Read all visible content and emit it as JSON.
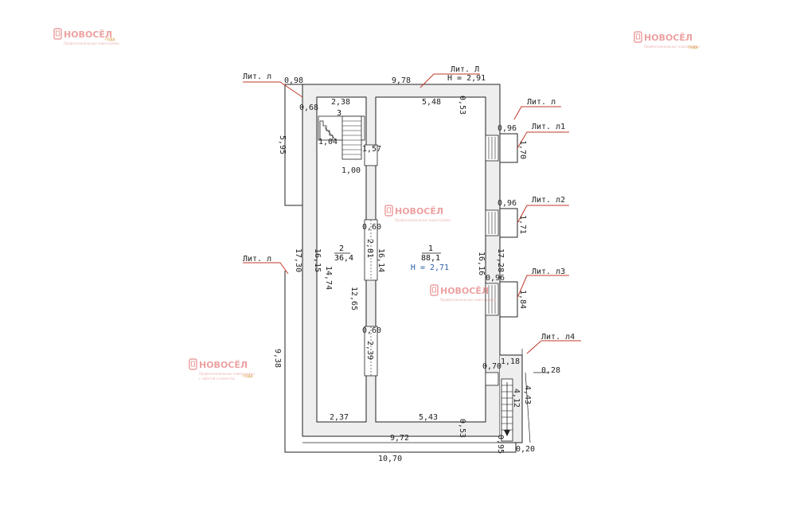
{
  "watermark": {
    "brand": "НОВОСЁЛ",
    "sub1": "Профессиональные новостройки",
    "sub2": "с заботой о клиентах",
    "tag": "ГОДА"
  },
  "dimensions": {
    "d_0_98": "0,98",
    "d_9_78": "9,78",
    "d_0_68": "0,68",
    "d_2_38": "2,38",
    "d_5_48": "5,48",
    "d_0_53_top": "0,53",
    "d_5_95": "5,95",
    "d_1_04": "1,04",
    "d_1_57": "1,57",
    "d_1_00": "1,00",
    "d_0_96_a": "0,96",
    "d_1_70": "1,70",
    "d_0_96_b": "0,96",
    "d_1_71": "1,71",
    "d_0_60_a": "0,60",
    "d_17_30": "17,30",
    "d_16_15": "16,15",
    "d_14_74": "14,74",
    "d_2_81": "2,81",
    "d_16_14": "16,14",
    "d_16_16": "16,16",
    "d_17_28": "17,28",
    "d_0_96_c": "0,96",
    "d_1_84": "1,84",
    "d_12_65": "12,65",
    "d_0_60_b": "0,60",
    "d_2_39": "2,39",
    "d_9_38": "9,38",
    "d_1_18": "1,18",
    "d_0_28": "0,28",
    "d_0_70": "0,70",
    "d_4_12": "4,12",
    "d_4_43": "4,43",
    "d_2_37": "2,37",
    "d_5_43": "5,43",
    "d_0_53_bot": "0,53",
    "d_9_72": "9,72",
    "d_0_95": "0,95",
    "d_0_20": "0,20",
    "d_10_70": "10,70"
  },
  "labels": {
    "lit_l_1": "Лит. л",
    "lit_L": "Лит. Л",
    "h_total": "H = 2,91",
    "lit_l_2": "Лит. л",
    "lit_l1": "Лит. л1",
    "lit_l2": "Лит. л2",
    "lit_l3": "Лит. л3",
    "lit_l4": "Лит. л4",
    "lit_l_3": "Лит. л"
  },
  "rooms": {
    "r1_num": "1",
    "r1_area": "88,1",
    "r1_h": "H = 2,71",
    "r2_num": "2",
    "r2_area": "36,4",
    "r3_num": "3"
  },
  "colors": {
    "wall": "#eeeeee",
    "line": "#222222",
    "leader": "#c0392b",
    "height_blue": "#2a5da8",
    "watermark": "#e88a8a"
  }
}
